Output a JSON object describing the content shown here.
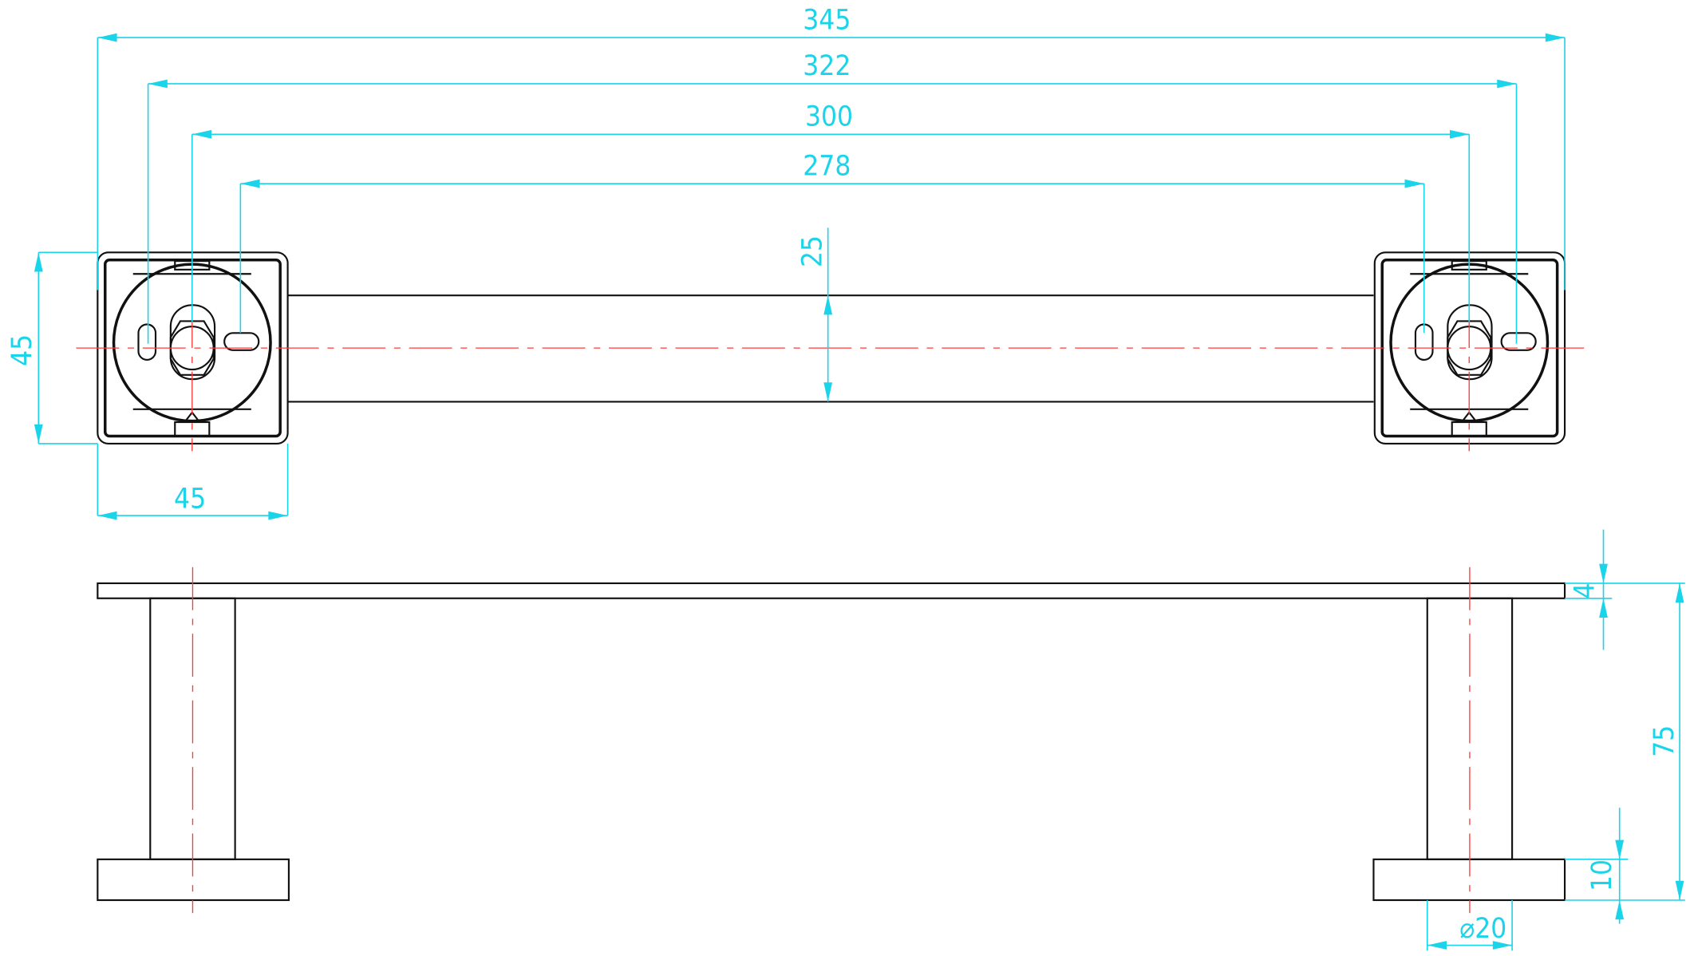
{
  "drawing": {
    "title": "Towel bar technical drawing",
    "colors": {
      "outline": "#111111",
      "dimension": "#1ad4ea",
      "centerline": "#ff3a3a"
    },
    "dimensions": {
      "overall_length": "345",
      "plate_span": "322",
      "center_distance": "300",
      "slot_span": "278",
      "bracket_height": "45",
      "bracket_width": "45",
      "bar_height": "25",
      "plate_thickness": "4",
      "total_depth": "75",
      "base_thickness": "10",
      "post_diameter": "⌀20"
    }
  }
}
